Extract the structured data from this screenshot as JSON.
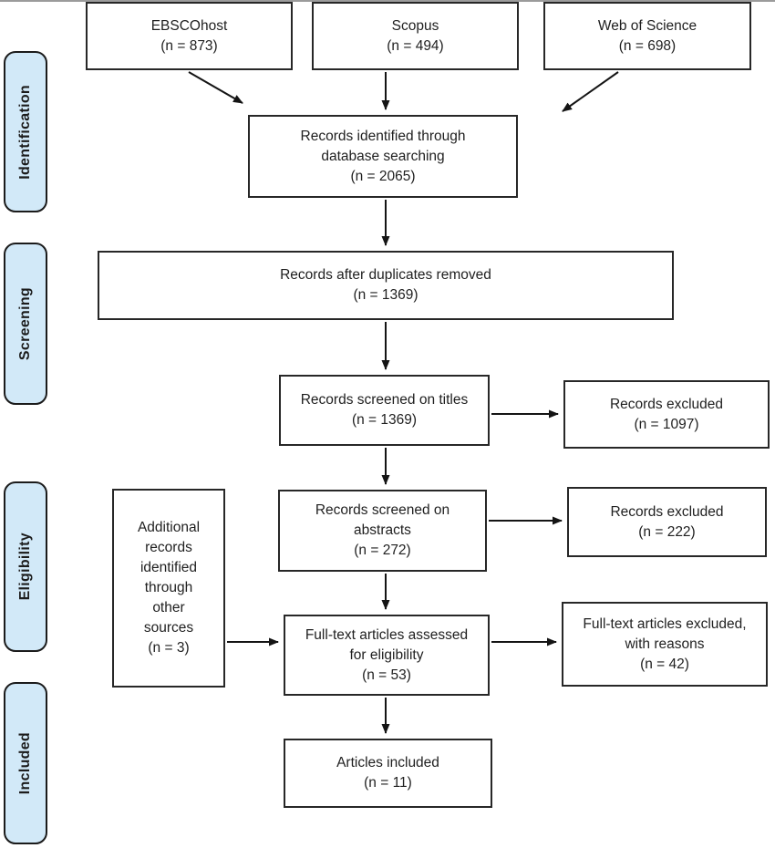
{
  "stages": [
    {
      "label": "Identification"
    },
    {
      "label": "Screening"
    },
    {
      "label": "Eligibility"
    },
    {
      "label": "Included"
    }
  ],
  "nodes": {
    "ebscohost": {
      "text": "EBSCOhost\n(n = 873)",
      "n": 873
    },
    "scopus": {
      "text": "Scopus\n(n = 494)",
      "n": 494
    },
    "web_of_science": {
      "text": "Web of Science\n(n = 698)",
      "n": 698
    },
    "identified": {
      "text": "Records identified through\ndatabase searching\n(n = 2065)",
      "n": 2065
    },
    "duplicates_removed": {
      "text": "Records after duplicates removed\n(n = 1369)",
      "n": 1369
    },
    "screened_titles": {
      "text": "Records screened on titles\n(n = 1369)",
      "n": 1369
    },
    "excluded_titles": {
      "text": "Records excluded\n(n = 1097)",
      "n": 1097
    },
    "additional_sources": {
      "text": "Additional\nrecords\nidentified\nthrough\nother\nsources\n(n = 3)",
      "n": 3
    },
    "screened_abstracts": {
      "text": "Records screened on\nabstracts\n(n = 272)",
      "n": 272
    },
    "excluded_abstracts": {
      "text": "Records excluded\n(n = 222)",
      "n": 222
    },
    "fulltext_assessed": {
      "text": "Full-text articles assessed\nfor eligibility\n(n = 53)",
      "n": 53
    },
    "fulltext_excluded": {
      "text": "Full-text articles excluded,\nwith reasons\n(n = 42)",
      "n": 42
    },
    "articles_included": {
      "text": "Articles included\n(n = 11)",
      "n": 11
    }
  },
  "colors": {
    "stage_fill": "#d2e9f8",
    "stage_border": "#1b1b1b",
    "node_border": "#272727",
    "arrow": "#141414",
    "text": "#1f1f1f"
  }
}
